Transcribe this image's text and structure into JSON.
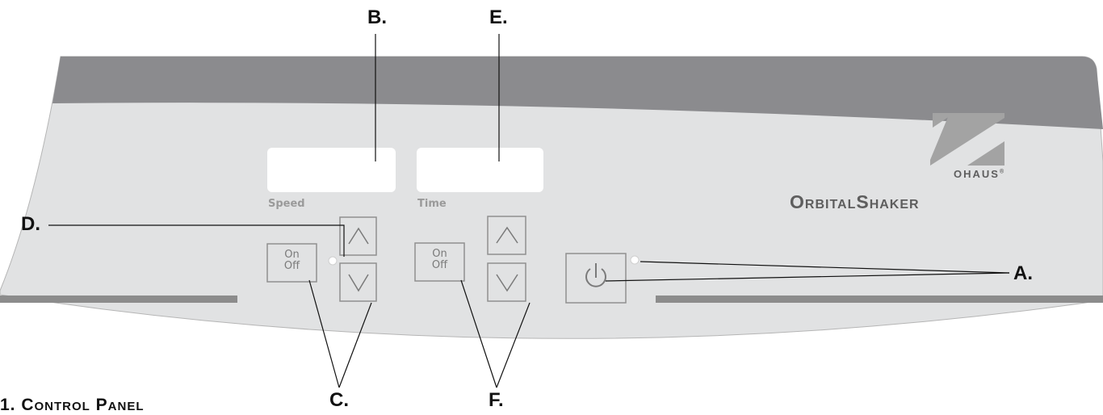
{
  "callouts": {
    "a": "A.",
    "b": "B.",
    "c": "C.",
    "d": "D.",
    "e": "E.",
    "f": "F."
  },
  "panel": {
    "speed_label": "Speed",
    "time_label": "Time",
    "speed_onoff": {
      "on": "On",
      "off": "Off"
    },
    "time_onoff": {
      "on": "On",
      "off": "Off"
    }
  },
  "brand": {
    "logo_text": "OHAUS",
    "registered_mark": "®",
    "product_name": "OrbitalShaker"
  },
  "caption": "1. Control Panel",
  "colors": {
    "top_band": "#8b8b8e",
    "panel_face": "#e1e2e3",
    "display_window": "#ffffff",
    "button_border": "#909090",
    "accent_bar": "#8c8c8c"
  }
}
